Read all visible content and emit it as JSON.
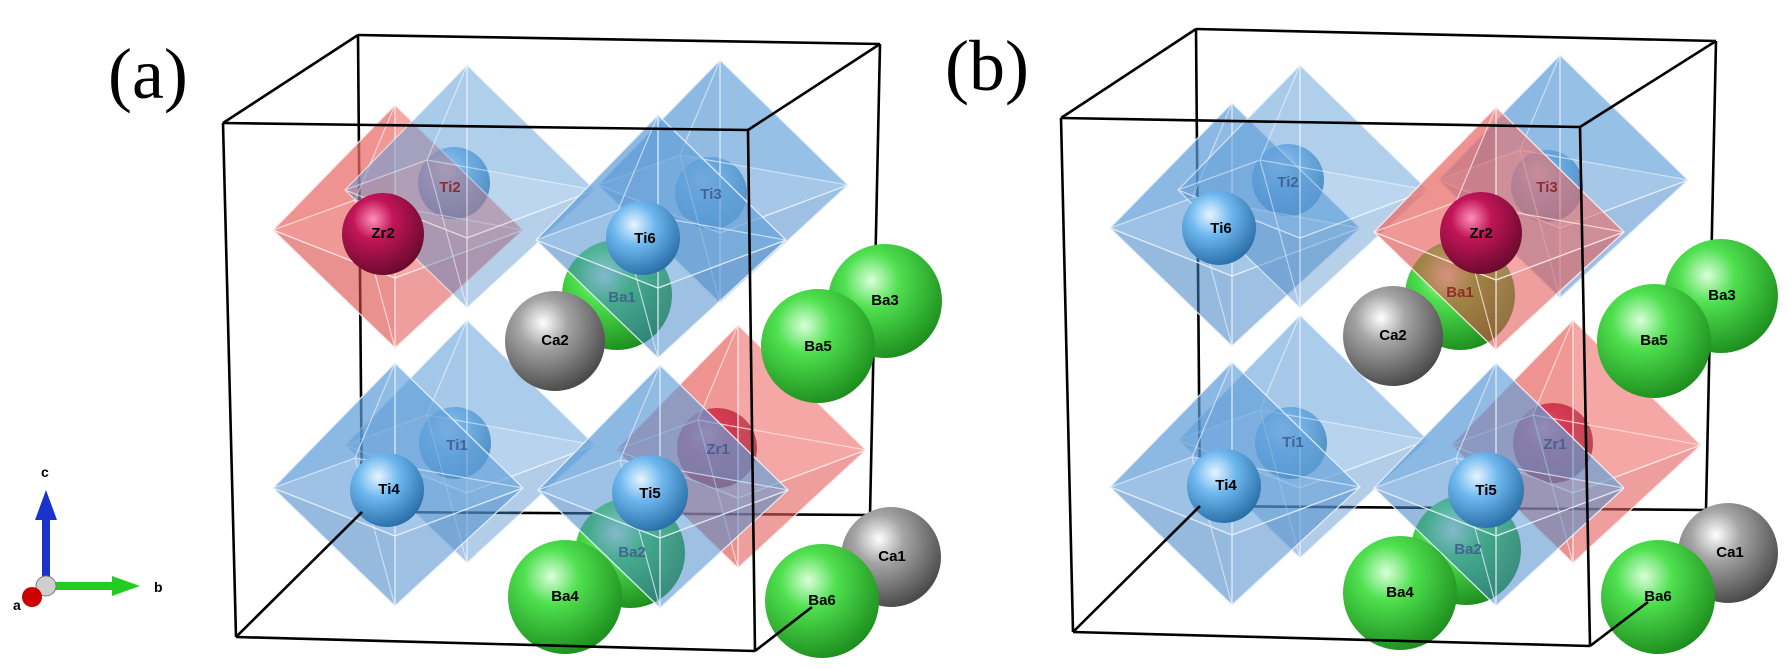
{
  "panels": [
    {
      "label": "(a)",
      "atoms": [
        {
          "id": "Ti2",
          "label": "Ti2",
          "element": "Ti",
          "visibility": "hidden"
        },
        {
          "id": "Zr2",
          "label": "Zr2",
          "element": "Zr",
          "visibility": "front"
        },
        {
          "id": "Ti3",
          "label": "Ti3",
          "element": "Ti",
          "visibility": "hidden"
        },
        {
          "id": "Ti6",
          "label": "Ti6",
          "element": "Ti",
          "visibility": "front"
        },
        {
          "id": "Ba1",
          "label": "Ba1",
          "element": "Ba",
          "visibility": "hidden"
        },
        {
          "id": "Ca2",
          "label": "Ca2",
          "element": "Ca",
          "visibility": "front"
        },
        {
          "id": "Ba3",
          "label": "Ba3",
          "element": "Ba",
          "visibility": "front"
        },
        {
          "id": "Ba5",
          "label": "Ba5",
          "element": "Ba",
          "visibility": "front"
        },
        {
          "id": "Ti1",
          "label": "Ti1",
          "element": "Ti",
          "visibility": "hidden"
        },
        {
          "id": "Ti4",
          "label": "Ti4",
          "element": "Ti",
          "visibility": "front"
        },
        {
          "id": "Zr1",
          "label": "Zr1",
          "element": "Zr",
          "visibility": "hidden"
        },
        {
          "id": "Ti5",
          "label": "Ti5",
          "element": "Ti",
          "visibility": "front"
        },
        {
          "id": "Ba2",
          "label": "Ba2",
          "element": "Ba",
          "visibility": "hidden"
        },
        {
          "id": "Ca1",
          "label": "Ca1",
          "element": "Ca",
          "visibility": "front"
        },
        {
          "id": "Ba4",
          "label": "Ba4",
          "element": "Ba",
          "visibility": "front"
        },
        {
          "id": "Ba6",
          "label": "Ba6",
          "element": "Ba",
          "visibility": "front"
        }
      ],
      "octahedra": {
        "top_left": "Zr",
        "top_center": "Ti",
        "top_right": "Ti",
        "bottom_left": "Ti",
        "bottom_center": "Ti",
        "bottom_right": "Zr"
      }
    },
    {
      "label": "(b)",
      "atoms": [
        {
          "id": "Ti2",
          "label": "Ti2",
          "element": "Ti",
          "visibility": "hidden"
        },
        {
          "id": "Ti6",
          "label": "Ti6",
          "element": "Ti",
          "visibility": "front"
        },
        {
          "id": "Zr2",
          "label": "Zr2",
          "element": "Zr",
          "visibility": "front"
        },
        {
          "id": "Ti3",
          "label": "Ti3",
          "element": "Ti",
          "visibility": "hidden"
        },
        {
          "id": "Ba1",
          "label": "Ba1",
          "element": "Ba",
          "visibility": "hidden"
        },
        {
          "id": "Ca2",
          "label": "Ca2",
          "element": "Ca",
          "visibility": "front"
        },
        {
          "id": "Ba3",
          "label": "Ba3",
          "element": "Ba",
          "visibility": "front"
        },
        {
          "id": "Ba5",
          "label": "Ba5",
          "element": "Ba",
          "visibility": "front"
        },
        {
          "id": "Ti1",
          "label": "Ti1",
          "element": "Ti",
          "visibility": "hidden"
        },
        {
          "id": "Ti4",
          "label": "Ti4",
          "element": "Ti",
          "visibility": "front"
        },
        {
          "id": "Zr1",
          "label": "Zr1",
          "element": "Zr",
          "visibility": "hidden"
        },
        {
          "id": "Ti5",
          "label": "Ti5",
          "element": "Ti",
          "visibility": "front"
        },
        {
          "id": "Ba2",
          "label": "Ba2",
          "element": "Ba",
          "visibility": "hidden"
        },
        {
          "id": "Ca1",
          "label": "Ca1",
          "element": "Ca",
          "visibility": "front"
        },
        {
          "id": "Ba4",
          "label": "Ba4",
          "element": "Ba",
          "visibility": "front"
        },
        {
          "id": "Ba6",
          "label": "Ba6",
          "element": "Ba",
          "visibility": "front"
        }
      ],
      "octahedra": {
        "top_left": "Ti",
        "top_center": "Zr",
        "top_right": "Ti",
        "bottom_left": "Ti",
        "bottom_center": "Ti",
        "bottom_right": "Zr"
      }
    }
  ],
  "axes": {
    "a": "a",
    "b": "b",
    "c": "c"
  },
  "colors": {
    "Ba": "#2ecc2e",
    "Ca": "#7f7f7f",
    "Ti": "#5aa9e6",
    "Zr": "#b0124f",
    "Ti_octahedron": "#5b9bd5",
    "Zr_octahedron": "#e8605f",
    "cell_edge": "#000000",
    "axis_a": "#cc0000",
    "axis_b": "#22cc22",
    "axis_c": "#1a33cc"
  }
}
